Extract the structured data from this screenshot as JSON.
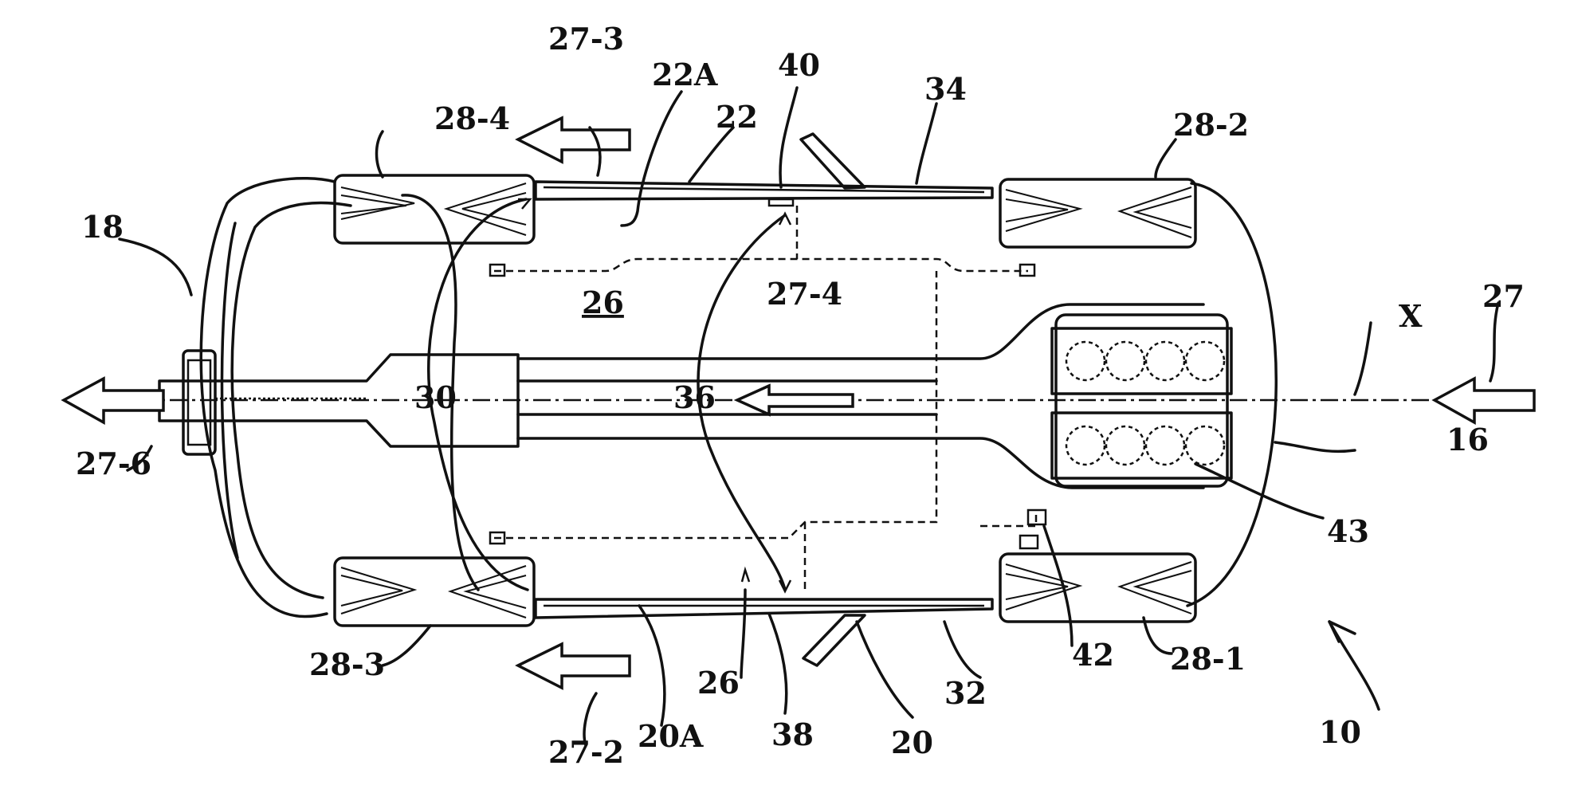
{
  "labels": {
    "l10": "10",
    "l16": "16",
    "l18": "18",
    "l20": "20",
    "l20A": "20A",
    "l22": "22",
    "l22A": "22A",
    "l26a": "26",
    "l26b": "26",
    "l27": "27",
    "l27_2": "27-2",
    "l27_3": "27-3",
    "l27_4": "27-4",
    "l27_6": "27-6",
    "l28_1": "28-1",
    "l28_2": "28-2",
    "l28_3": "28-3",
    "l28_4": "28-4",
    "l30": "30",
    "l32": "32",
    "l34": "34",
    "l36": "36",
    "l38": "38",
    "l40": "40",
    "l42": "42",
    "l43": "43",
    "lX": "X"
  }
}
